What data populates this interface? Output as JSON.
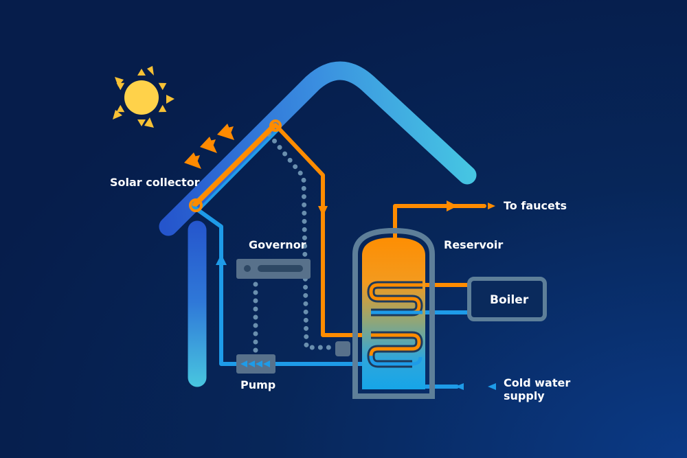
{
  "labels": {
    "solar_collector": "Solar collector",
    "governor": "Governor",
    "pump": "Pump",
    "reservoir": "Reservoir",
    "boiler": "Boiler",
    "to_faucets": "To faucets",
    "cold_water_line1": "Cold water",
    "cold_water_line2": "supply"
  },
  "colors": {
    "background": "#06204f",
    "background_corner": "#0b3a86",
    "house_outline_start": "#2a5fd0",
    "house_outline_end": "#45c3e0",
    "hot_loop": "#ff8c00",
    "cold_loop": "#1e9be8",
    "sun": "#ffd24a",
    "sun_rays": "#f7c135",
    "sunlight_arrows": "#ff8a00",
    "control_wire": "#6a8fae",
    "device_fill": "#58718b",
    "tank_shell": "#5e7f99",
    "boiler_outline": "#5e7f99"
  },
  "icons": [
    "sun-icon",
    "sunlight-arrows-icon",
    "flow-arrow-icon"
  ]
}
